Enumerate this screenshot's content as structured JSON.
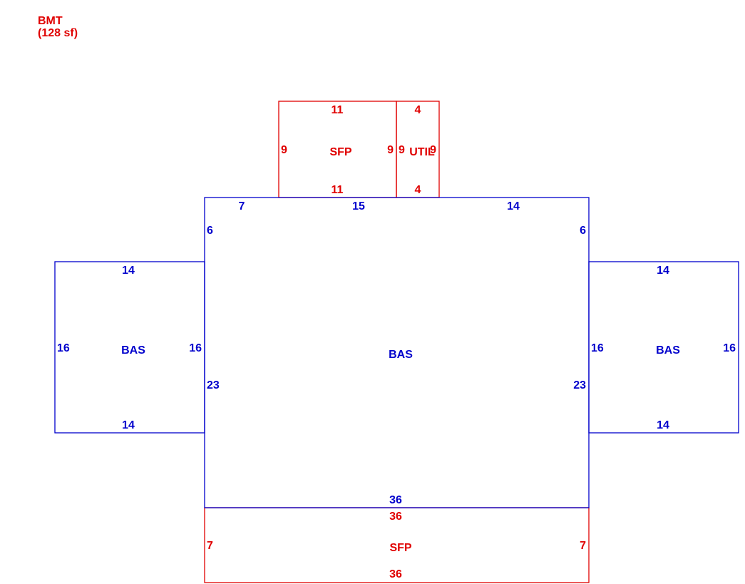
{
  "colors": {
    "living": "#0000cc",
    "other": "#e00000",
    "background": "#ffffff"
  },
  "legend": {
    "code": "BMT",
    "area": "(128 sf)"
  },
  "areas": [
    {
      "id": "bas-main",
      "code": "BAS",
      "kind": "living",
      "label": "BAS",
      "dimensions": [
        "7",
        "15",
        "14",
        "6",
        "6",
        "23",
        "23",
        "36"
      ]
    },
    {
      "id": "bas-left",
      "code": "BAS",
      "kind": "living",
      "label": "BAS",
      "dimensions": [
        "14",
        "16",
        "16",
        "14"
      ]
    },
    {
      "id": "bas-right",
      "code": "BAS",
      "kind": "living",
      "label": "BAS",
      "dimensions": [
        "14",
        "16",
        "16",
        "14"
      ]
    },
    {
      "id": "sfp-top",
      "code": "SFP",
      "kind": "other",
      "label": "SFP",
      "dimensions": [
        "11",
        "9",
        "9",
        "11"
      ]
    },
    {
      "id": "util",
      "code": "UTIL",
      "kind": "other",
      "label": "UTIL",
      "dimensions": [
        "4",
        "9",
        "9",
        "4"
      ]
    },
    {
      "id": "sfp-bottom",
      "code": "SFP",
      "kind": "other",
      "label": "SFP",
      "dimensions": [
        "36",
        "7",
        "7",
        "36"
      ]
    }
  ]
}
